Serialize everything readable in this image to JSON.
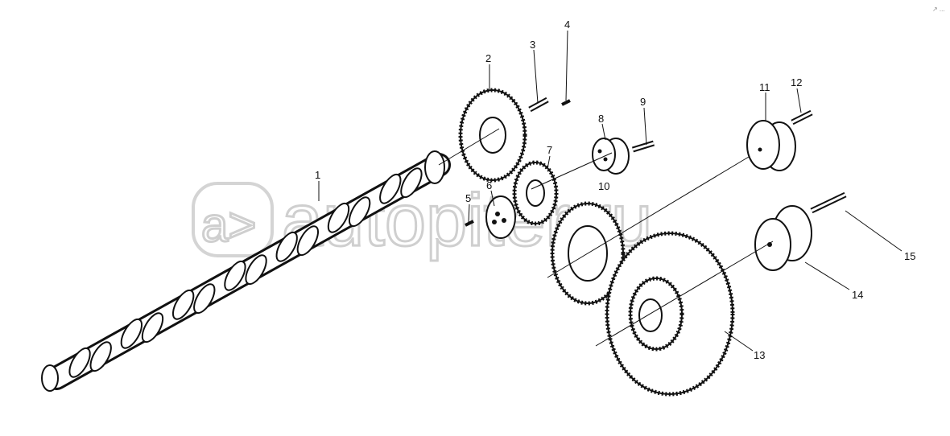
{
  "diagram": {
    "title": "Camshaft and timing gears exploded view",
    "watermark": "autopiter.ru",
    "watermark_logo": "a>",
    "corner_mark": "↗ ...",
    "callouts": [
      "1",
      "2",
      "3",
      "4",
      "5",
      "6",
      "7",
      "8",
      "9",
      "10",
      "11",
      "12",
      "13",
      "14",
      "15"
    ]
  }
}
